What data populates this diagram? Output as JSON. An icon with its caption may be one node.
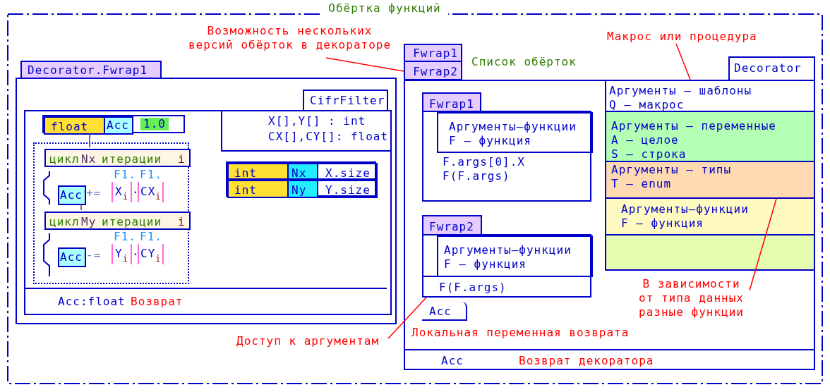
{
  "diagram": {
    "nodes": [
      {
        "text": [
          "Обёртка функций"
        ]
      },
      {
        "text": [
          "Decorator.Fwrap1"
        ],
        "in": 0
      },
      {
        "text": [
          "CifrFilter"
        ],
        "in": 1
      },
      {
        "text": [
          "X[],Y[] : int",
          "CX[],CY[]: float"
        ],
        "in": 2
      },
      {
        "text": [
          "float",
          "Acc",
          "1.0"
        ],
        "in": 2
      },
      {
        "text": [],
        "shape": "box",
        "in": 2
      },
      {
        "text": [
          "цикл",
          "Nx",
          "итерации",
          "i"
        ],
        "in": 5
      },
      {
        "text": [
          "Acc"
        ],
        "in": 5
      },
      {
        "text": [
          "цикл",
          "My",
          "итерации",
          "i"
        ],
        "in": 5
      },
      {
        "text": [
          "Acc"
        ],
        "in": 5
      },
      {
        "text": [
          "int",
          "Nx",
          "X.size"
        ],
        "in": 2
      },
      {
        "text": [
          "int",
          "Ny",
          "Y.size"
        ],
        "in": 2
      },
      {
        "text": [
          "Acc:float",
          "Возврат"
        ],
        "in": 2
      },
      {
        "text": [
          "Возможность нескольких версий обёрток в декораторе"
        ],
        "in": 0
      },
      {
        "text": [
          "Fwrap1"
        ],
        "in": 0
      },
      {
        "text": [
          "Fwrap2"
        ],
        "in": 0
      },
      {
        "text": [
          "Decorator"
        ],
        "in": 0
      },
      {
        "text": [
          "Fwrap1"
        ],
        "in": 16
      },
      {
        "text": [
          "F.args[0].X",
          "F(F.args)"
        ],
        "in": 16
      },
      {
        "text": [
          "Аргументы—функции",
          "F — функция"
        ],
        "in": 18
      },
      {
        "text": [
          "Fwrap2"
        ],
        "in": 16
      },
      {
        "text": [
          "F(F.args)"
        ],
        "in": 16
      },
      {
        "text": [
          "Аргументы—функции",
          "F — функция"
        ],
        "in": 21
      },
      {
        "text": [
          "Acc"
        ],
        "in": 16
      },
      {
        "text": [
          "Аргументы — шаблоны",
          "Q — макрос"
        ],
        "in": 16
      },
      {
        "text": [
          "Аргументы — переменные",
          "A — целое",
          "S — строка"
        ],
        "in": 16
      },
      {
        "text": [
          "Аргументы — типы",
          "T — enum"
        ],
        "in": 16
      },
      {
        "text": [
          "Аргументы—функции",
          "F — функция"
        ],
        "in": 16
      },
      {
        "text": [],
        "shape": "box",
        "in": 16
      },
      {
        "text": [
          "Acc",
          "Возврат декоратора"
        ],
        "in": 16
      },
      {
        "text": [
          "Макрос или процедура"
        ],
        "in": 0
      },
      {
        "text": [
          "Доступ к аргументам"
        ],
        "in": 0
      },
      {
        "text": [
          "В зависимости от типа данных разные функции"
        ],
        "in": 16
      }
    ],
    "edges": [
      {
        "from": 4,
        "to": 6,
        "arrow": "none",
        "color": "#553366"
      },
      {
        "from": 7,
        "to": 8,
        "arrow": "none",
        "color": "#553366"
      },
      {
        "from": 13,
        "to": 15,
        "arrow": "none"
      },
      {
        "from": 30,
        "to": 24,
        "arrow": "none"
      },
      {
        "from": 31,
        "to": 21,
        "arrow": "none"
      },
      {
        "from": 32,
        "to": 26,
        "arrow": "none"
      }
    ],
    "labels": [
      "Список обёрток",
      "+=",
      "F1.",
      "X$_{i}$",
      "·",
      "F1.",
      "CX$_{i}$",
      "-=",
      "F1.",
      "Y$_{i}$",
      "·",
      "F1.",
      "CY$_{i}$",
      "Локальная переменная возврата"
    ]
  }
}
